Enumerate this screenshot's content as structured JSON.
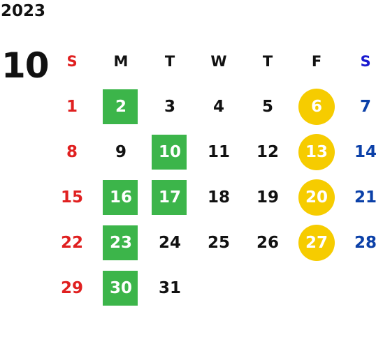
{
  "calendar": {
    "year": "2023",
    "month": "10",
    "weekdays": [
      "S",
      "M",
      "T",
      "W",
      "T",
      "F",
      "S"
    ],
    "weeks": [
      [
        {
          "day": "1",
          "mark": ""
        },
        {
          "day": "2",
          "mark": "green"
        },
        {
          "day": "3",
          "mark": ""
        },
        {
          "day": "4",
          "mark": ""
        },
        {
          "day": "5",
          "mark": ""
        },
        {
          "day": "6",
          "mark": "yellow"
        },
        {
          "day": "7",
          "mark": ""
        }
      ],
      [
        {
          "day": "8",
          "mark": ""
        },
        {
          "day": "9",
          "mark": ""
        },
        {
          "day": "10",
          "mark": "green"
        },
        {
          "day": "11",
          "mark": ""
        },
        {
          "day": "12",
          "mark": ""
        },
        {
          "day": "13",
          "mark": "yellow"
        },
        {
          "day": "14",
          "mark": ""
        }
      ],
      [
        {
          "day": "15",
          "mark": ""
        },
        {
          "day": "16",
          "mark": "green"
        },
        {
          "day": "17",
          "mark": "green"
        },
        {
          "day": "18",
          "mark": ""
        },
        {
          "day": "19",
          "mark": ""
        },
        {
          "day": "20",
          "mark": "yellow"
        },
        {
          "day": "21",
          "mark": ""
        }
      ],
      [
        {
          "day": "22",
          "mark": ""
        },
        {
          "day": "23",
          "mark": "green"
        },
        {
          "day": "24",
          "mark": ""
        },
        {
          "day": "25",
          "mark": ""
        },
        {
          "day": "26",
          "mark": ""
        },
        {
          "day": "27",
          "mark": "yellow"
        },
        {
          "day": "28",
          "mark": ""
        }
      ],
      [
        {
          "day": "29",
          "mark": ""
        },
        {
          "day": "30",
          "mark": "green"
        },
        {
          "day": "31",
          "mark": ""
        },
        {
          "day": "",
          "mark": ""
        },
        {
          "day": "",
          "mark": ""
        },
        {
          "day": "",
          "mark": ""
        },
        {
          "day": "",
          "mark": ""
        }
      ]
    ]
  },
  "colors": {
    "sunday": "#e02020",
    "saturday": "#0b40a8",
    "green_mark": "#3cb54a",
    "yellow_mark": "#f6cc00"
  }
}
